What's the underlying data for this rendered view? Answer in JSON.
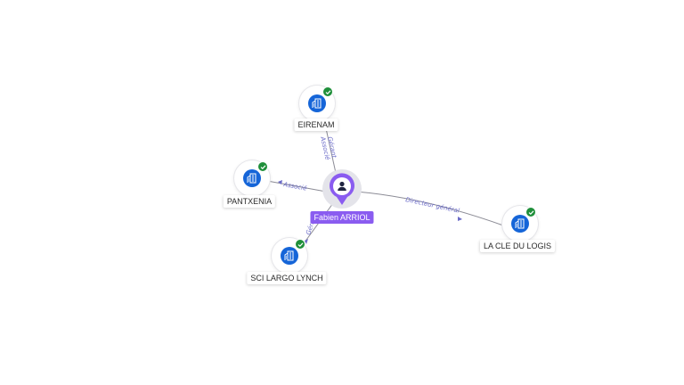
{
  "center": {
    "id": "fabien",
    "label": "Fabien ARRIOL",
    "icon": "person-icon",
    "color": "#8a5cf0"
  },
  "companies": [
    {
      "id": "eirenam",
      "label": "EIRENAM",
      "icon": "building-icon",
      "verified": true
    },
    {
      "id": "pantxenia",
      "label": "PANTXENIA",
      "icon": "building-icon",
      "verified": true
    },
    {
      "id": "sci",
      "label": "SCI LARGO LYNCH",
      "icon": "building-icon",
      "verified": true
    },
    {
      "id": "lacle",
      "label": "LA CLE DU LOGIS",
      "icon": "building-icon",
      "verified": true
    }
  ],
  "edges": [
    {
      "from": "fabien",
      "to": "eirenam",
      "labels": [
        "Gérant",
        "Associé"
      ]
    },
    {
      "from": "fabien",
      "to": "pantxenia",
      "labels": [
        "Associé"
      ]
    },
    {
      "from": "fabien",
      "to": "sci",
      "labels": [
        "Gérant"
      ]
    },
    {
      "from": "fabien",
      "to": "lacle",
      "labels": [
        "Directeur général"
      ]
    }
  ],
  "colors": {
    "company": "#1565d8",
    "verified": "#1f8f3a",
    "edge_label": "#6b6bc8",
    "edge": "#8c8c96"
  }
}
